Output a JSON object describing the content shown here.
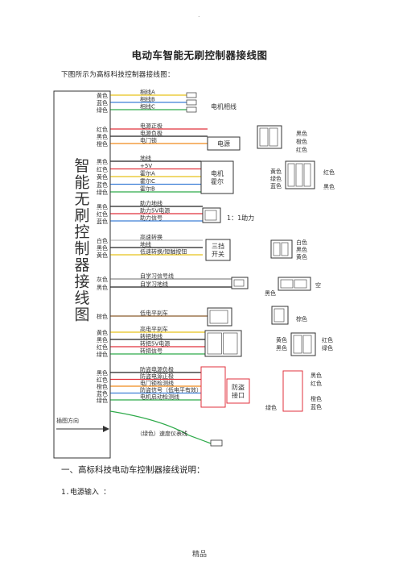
{
  "header": {
    "dot": "."
  },
  "title": "电动车智能无刷控制器接线图",
  "intro": "下图所示为高标科技控制器接线图：",
  "diagram": {
    "main_label": [
      "智",
      "能",
      "无",
      "刷",
      "控",
      "制",
      "器",
      "接",
      "线",
      "图"
    ],
    "groups": {
      "phase": {
        "colors": [
          "黄色",
          "蓝色",
          "绿色"
        ],
        "wires": [
          "相线A",
          "相线B",
          "相线C"
        ],
        "label": "电机相线"
      },
      "power": {
        "colors": [
          "红色",
          "黑色",
          "橙色"
        ],
        "wires": [
          "电源正极",
          "电源负极",
          "电门锁"
        ],
        "box": "电源",
        "conn_labels": [
          "黑色",
          "橙色",
          "红色"
        ]
      },
      "hall": {
        "colors": [
          "黑色",
          "红色",
          "黄色",
          "蓝色",
          "绿色"
        ],
        "wires": [
          "地线",
          "+5V",
          "霍尔A",
          "霍尔C",
          "霍尔B"
        ],
        "box": [
          "电机",
          "霍尔"
        ],
        "conn_left": [
          "黄色",
          "绿色",
          "蓝色"
        ],
        "conn_right": [
          "红色",
          "黑色"
        ]
      },
      "assist": {
        "colors": [
          "黑色",
          "红色",
          "蓝色"
        ],
        "wires": [
          "助力地线",
          "助力5V电源",
          "助力信号"
        ],
        "label": "1：1助力"
      },
      "speed": {
        "colors": [
          "白色",
          "黑色",
          "黄色"
        ],
        "wires": [
          "高速转换",
          "地线",
          "低速转换/短触按钮"
        ],
        "box": [
          "三挡",
          "开关"
        ],
        "conn_labels": [
          "白色",
          "黑色",
          "黄色"
        ]
      },
      "learn": {
        "colors": [
          "灰色",
          "黑色"
        ],
        "wires": [
          "自学习信号线",
          "自学习地线"
        ],
        "conn_left": "黑色",
        "conn_right": "空"
      },
      "brake": {
        "colors": [
          "棕色"
        ],
        "wires": [
          "低电平刹车"
        ],
        "conn_label": "棕色"
      },
      "throttle": {
        "colors": [
          "黄色",
          "黑色",
          "红色",
          "绿色"
        ],
        "wires": [
          "高电平刹车",
          "转把地线",
          "转把5V电源",
          "转把信号"
        ],
        "conn_left": [
          "黄色",
          "黑色"
        ],
        "conn_right": [
          "红色",
          "绿色"
        ]
      },
      "antitheft": {
        "colors": [
          "黑色",
          "红色",
          "橙色",
          "蓝色",
          "绿色"
        ],
        "wires": [
          "防盗电源负极",
          "防盗电源正极",
          "电门锁检测线",
          "防盗信号（低电平有效）",
          "电机启动检测线"
        ],
        "box": [
          "防盗",
          "接口"
        ],
        "conn_labels": [
          "黑色",
          "红色",
          "橙色",
          "蓝色",
          "绿色"
        ]
      },
      "speedometer": {
        "pull_label": "插图方向",
        "wire": "（绿色）速度仪表线"
      }
    }
  },
  "section_title": "一、高标科技电动车控制器接线说明：",
  "subsection": "1.电源输入 ：",
  "footer": "精品",
  "wire_colors": {
    "黄色": "#e8c21a",
    "蓝色": "#3d7fd6",
    "绿色": "#2eaa4a",
    "红色": "#e0323c",
    "黑色": "#222222",
    "橙色": "#f08a1c",
    "白色": "#bbbbbb",
    "灰色": "#8a8a8a",
    "棕色": "#8b5a2b"
  }
}
